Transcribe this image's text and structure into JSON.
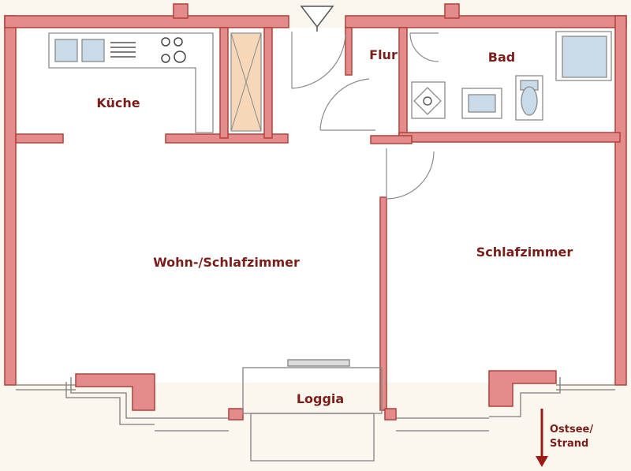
{
  "rooms": {
    "kueche": "Küche",
    "flur": "Flur",
    "bad": "Bad",
    "wohn": "Wohn-/Schlafzimmer",
    "schlaf": "Schlafzimmer",
    "loggia": "Loggia"
  },
  "orientation": {
    "line1": "Ostsee/",
    "line2": "Strand"
  },
  "colors": {
    "wall_fill": "#e48c8c",
    "wall_stroke": "#b0413a",
    "label": "#7a1e1a",
    "arrow": "#9b1c14",
    "fixture": "#c9dbe8",
    "shaft": "#f6d7b8"
  }
}
